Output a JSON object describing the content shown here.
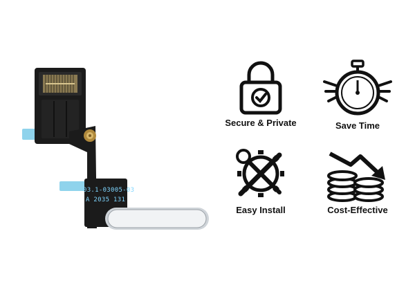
{
  "product": {
    "pcb_line1": "03.1-03005-03",
    "pcb_line2": "A 2035 131"
  },
  "features": [
    {
      "label": "Secure & Private",
      "icon": "padlock-check-icon"
    },
    {
      "label": "Save Time",
      "icon": "winged-stopwatch-icon"
    },
    {
      "label": "Easy Install",
      "icon": "gear-tools-icon"
    },
    {
      "label": "Cost-Effective",
      "icon": "coins-down-arrow-icon"
    }
  ],
  "colors": {
    "background": "#ffffff",
    "icon_stroke": "#111111",
    "flex_tab": "#8fd3ec",
    "cable": "#1b1b1b",
    "button": "#e9ecef"
  }
}
